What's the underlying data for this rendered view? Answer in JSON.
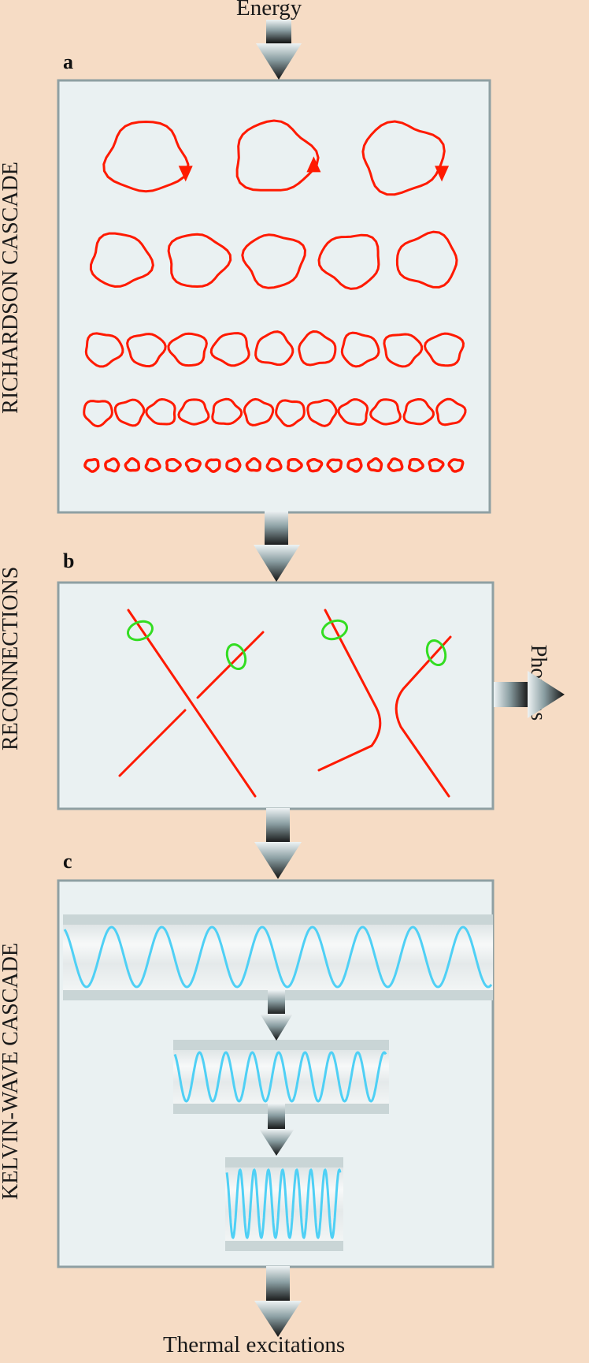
{
  "title_top": "Energy",
  "title_bottom": "Thermal excitations",
  "side_output": "Phonons",
  "panels": [
    {
      "letter": "a",
      "side_label": "RICHARDSON CASCADE",
      "loop_rows": [
        3,
        5,
        9,
        12,
        19
      ]
    },
    {
      "letter": "b",
      "side_label": "RECONNECTIONS"
    },
    {
      "letter": "c",
      "side_label": "KELVIN-WAVE CASCADE",
      "wave_periods": [
        8.5,
        8,
        8
      ]
    }
  ],
  "colors": {
    "background": "#f6dcc5",
    "panel_fill": "#eaf1f2",
    "panel_border": "#8fa0a3",
    "vortex": "#ff1a00",
    "rotation": "#33dd22",
    "kelvin_wave": "#4fd0f5",
    "tube": "#c9d5d6"
  }
}
